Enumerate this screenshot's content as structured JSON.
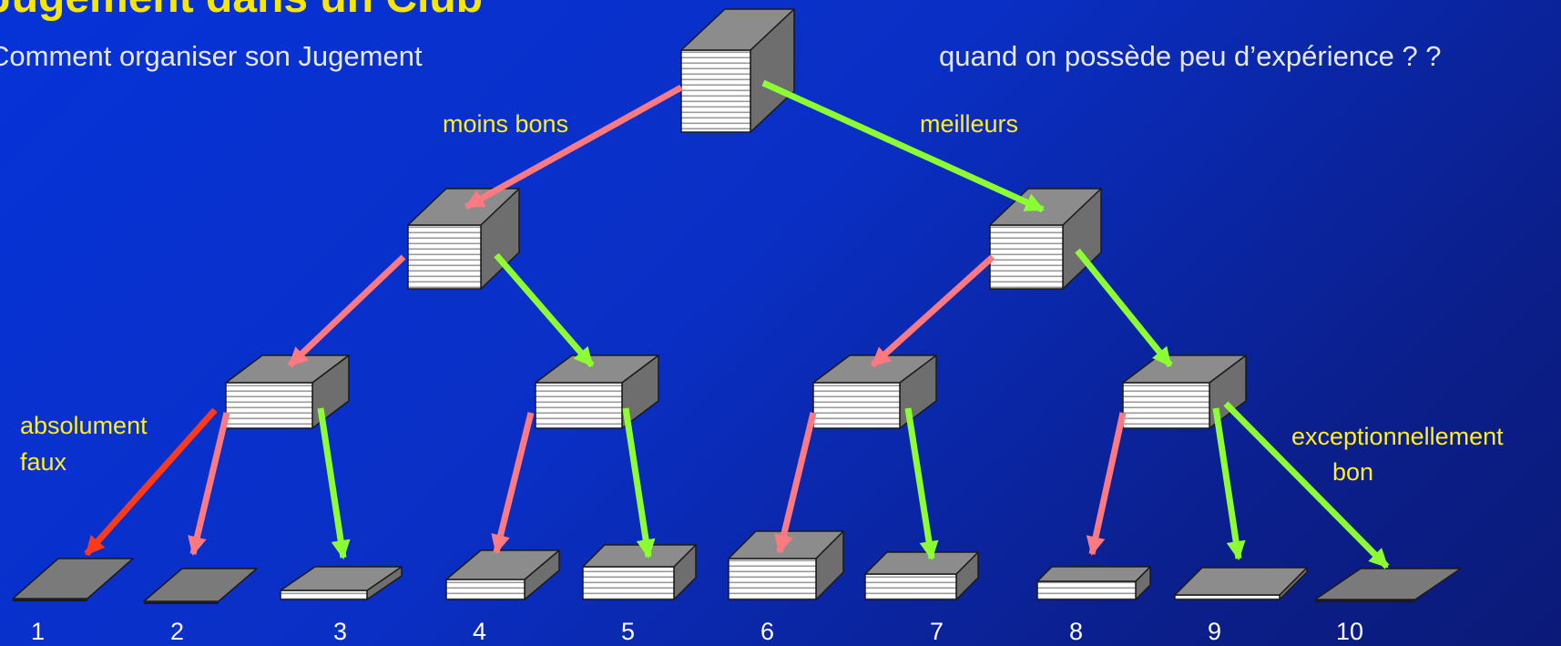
{
  "header": {
    "title": "Jugement dans un Club",
    "question_left": "Comment organiser son Jugement",
    "question_right": "quand on possède peu d’expérience ? ?"
  },
  "labels": {
    "worse": "moins bons",
    "better": "meilleurs",
    "absolutely_wrong_1": "absolument",
    "absolutely_wrong_2": "faux",
    "exceptional_1": "exceptionnellement",
    "exceptional_2": "bon"
  },
  "ranks": [
    "1",
    "2",
    "3",
    "4",
    "5",
    "6",
    "7",
    "8",
    "9",
    "10"
  ],
  "colors": {
    "worse_arrow": "#ff7a80",
    "better_arrow": "#8cff33",
    "false_arrow": "#ff3a1a",
    "label_yellow": "#ffee22",
    "title_yellow": "#f7e600"
  }
}
